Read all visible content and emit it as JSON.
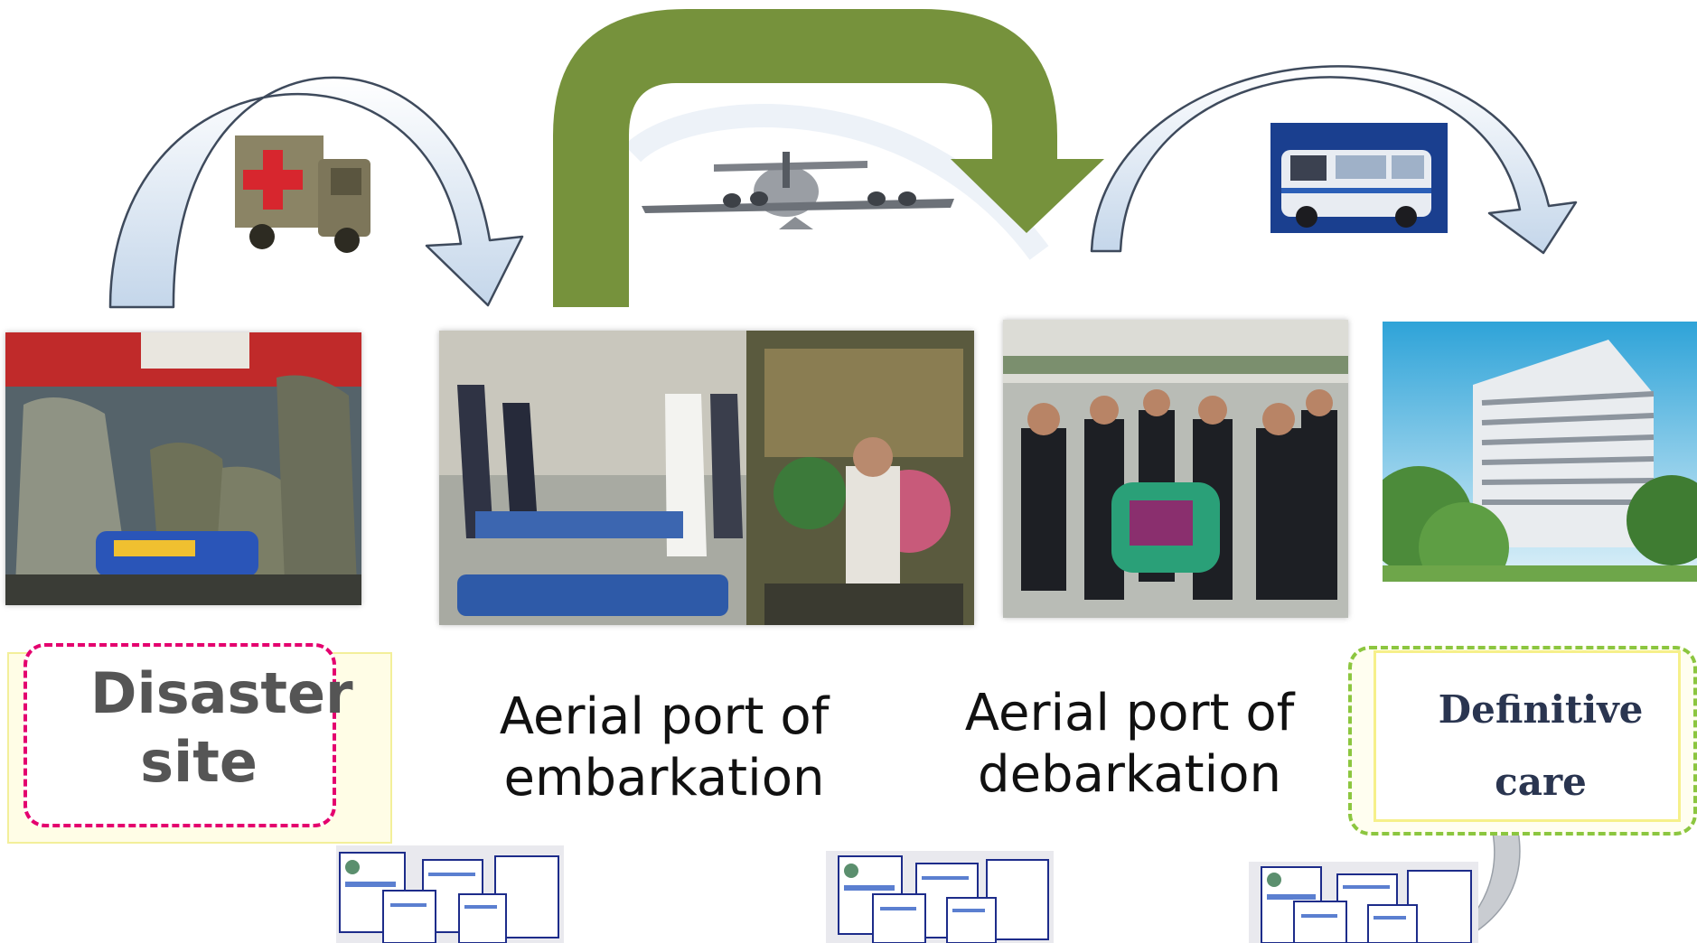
{
  "stages": [
    {
      "id": "disaster-site",
      "label_line1": "Disaster",
      "label_line2": "site"
    },
    {
      "id": "aerial-port-embarkation",
      "label_line1": "Aerial port of",
      "label_line2": "embarkation"
    },
    {
      "id": "aerial-port-debarkation",
      "label_line1": "Aerial port of",
      "label_line2": "debarkation"
    },
    {
      "id": "definitive-care",
      "label_line1": "Definitive",
      "label_line2": "care"
    }
  ],
  "colors": {
    "curved_arrow_fill": "#dbe7f3",
    "curved_arrow_stroke": "#3e4a5c",
    "green_arrow": "#76923c",
    "disaster_border": "#e4006e",
    "care_border": "#8cc63f",
    "label_highlight": "#f3ef9a"
  }
}
